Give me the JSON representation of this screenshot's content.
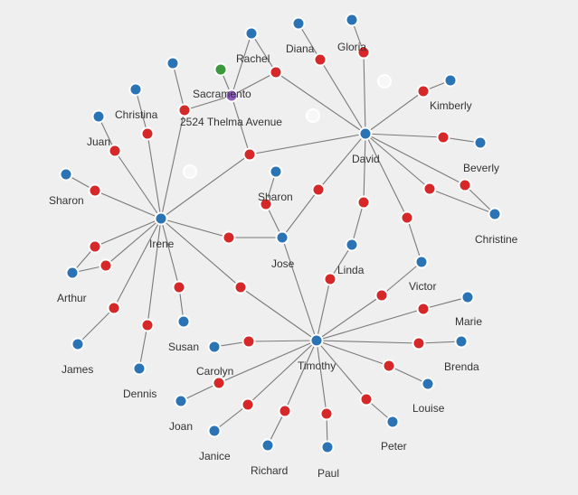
{
  "colors": {
    "background": "#efefef",
    "person": "#2a73b5",
    "link": "#d62828",
    "address": "#8e5bbf",
    "place": "#3a9a3a",
    "ghost": "#f7f7f7",
    "edge": "#7a7a7a",
    "label": "#333333"
  },
  "node_types": {
    "person": "blue circle",
    "link": "red circle",
    "address": "purple circle",
    "place": "green circle"
  },
  "labels": {
    "rachel": "Rachel",
    "diana": "Diana",
    "gloria": "Gloria",
    "sacramento": "Sacramento",
    "address": "2524 Thelma Avenue",
    "christina": "Christina",
    "kimberly": "Kimberly",
    "juan": "Juan",
    "david": "David",
    "beverly": "Beverly",
    "sharon_left": "Sharon",
    "sharon_center": "Sharon",
    "christine": "Christine",
    "irene": "Irene",
    "jose": "Jose",
    "linda": "Linda",
    "arthur": "Arthur",
    "victor": "Victor",
    "marie": "Marie",
    "susan": "Susan",
    "timothy": "Timothy",
    "james": "James",
    "carolyn": "Carolyn",
    "brenda": "Brenda",
    "dennis": "Dennis",
    "louise": "Louise",
    "joan": "Joan",
    "peter": "Peter",
    "janice": "Janice",
    "richard": "Richard",
    "paul": "Paul"
  }
}
